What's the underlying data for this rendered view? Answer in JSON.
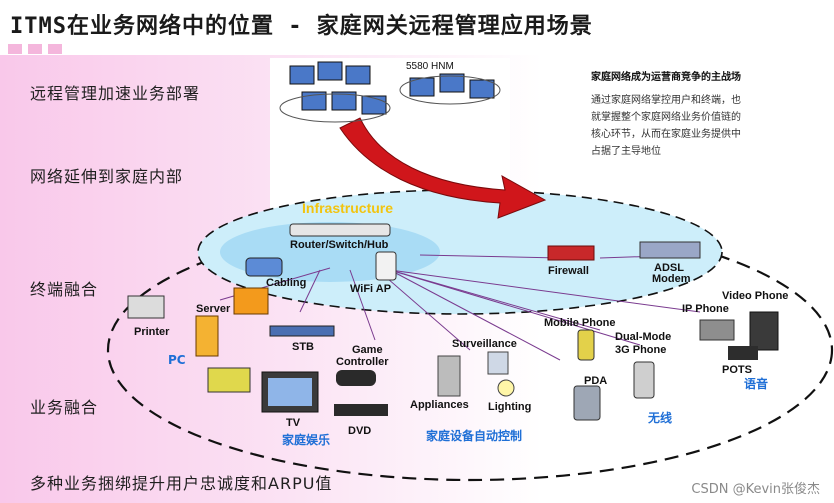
{
  "title": "ITMS在业务网络中的位置 - 家庭网关远程管理应用场景",
  "layers": [
    "远程管理加速业务部署",
    "网络延伸到家庭内部",
    "终端融合",
    "业务融合",
    "多种业务捆绑提升用户忠诚度和ARPU值"
  ],
  "note": {
    "heading": "家庭网络成为运营商竞争的主战场",
    "lines": [
      "通过家庭网络掌控用户和终端，也",
      "就掌握整个家庭网络业务价值链的",
      "核心环节，从而在家庭业务提供中",
      "占据了主导地位"
    ]
  },
  "top_label": "5580 HNM",
  "infrastructure": "Infrastructure",
  "labels": {
    "router": "Router/Switch/Hub",
    "firewall": "Firewall",
    "adsl1": "ADSL",
    "adsl2": "Modem",
    "cabling": "Cabling",
    "wifi": "WiFi AP",
    "server": "Server",
    "printer": "Printer",
    "stb": "STB",
    "game1": "Game",
    "game2": "Controller",
    "surveillance": "Surveillance",
    "mobile": "Mobile Phone",
    "dual1": "Dual-Mode",
    "dual2": "3G Phone",
    "ipphone": "IP Phone",
    "video": "Video Phone",
    "pots": "POTS",
    "tv": "TV",
    "dvd": "DVD",
    "appliances": "Appliances",
    "lighting": "Lighting",
    "pda": "PDA"
  },
  "groups": {
    "pc": "PC",
    "ent": "家庭娱乐",
    "auto": "家庭设备自动控制",
    "wireless": "无线",
    "voice": "语音"
  },
  "watermark": "CSDN @Kevin张俊杰",
  "colors": {
    "title_stripe": "#f4b6dc",
    "ellipse": "#cdeefa",
    "arrow": "#d0161b",
    "group_text": "#1f6fd6"
  }
}
